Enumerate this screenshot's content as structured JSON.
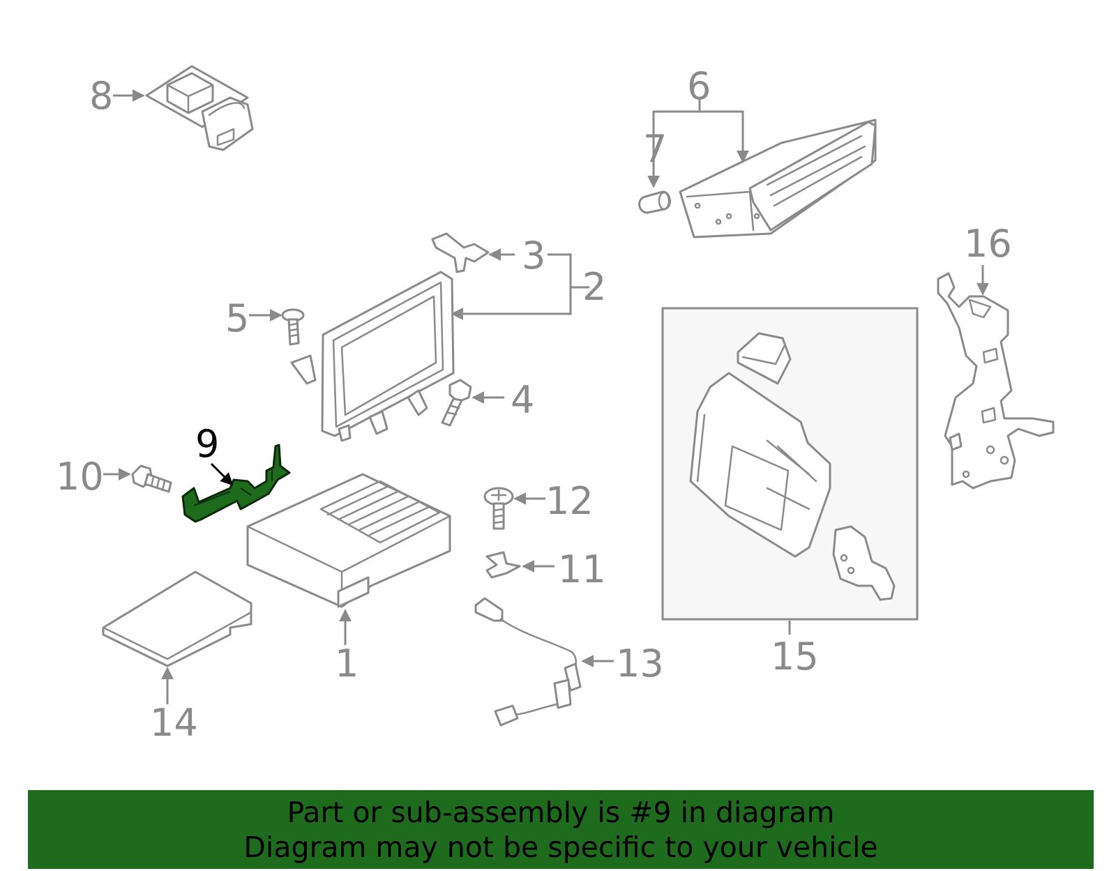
{
  "callouts": {
    "c1": "1",
    "c2": "2",
    "c3": "3",
    "c4": "4",
    "c5": "5",
    "c6": "6",
    "c7": "7",
    "c8": "8",
    "c9": "9",
    "c10": "10",
    "c11": "11",
    "c12": "12",
    "c13": "13",
    "c14": "14",
    "c15": "15",
    "c16": "16"
  },
  "highlighted_part": "9",
  "colors": {
    "highlight": "#1e6b1e",
    "line": "#8a8a8a",
    "group_box_fill": "#f7f7f7"
  },
  "banner": {
    "line1": "Part or sub-assembly is #9 in diagram",
    "line2": "Diagram may not be specific to your vehicle"
  }
}
